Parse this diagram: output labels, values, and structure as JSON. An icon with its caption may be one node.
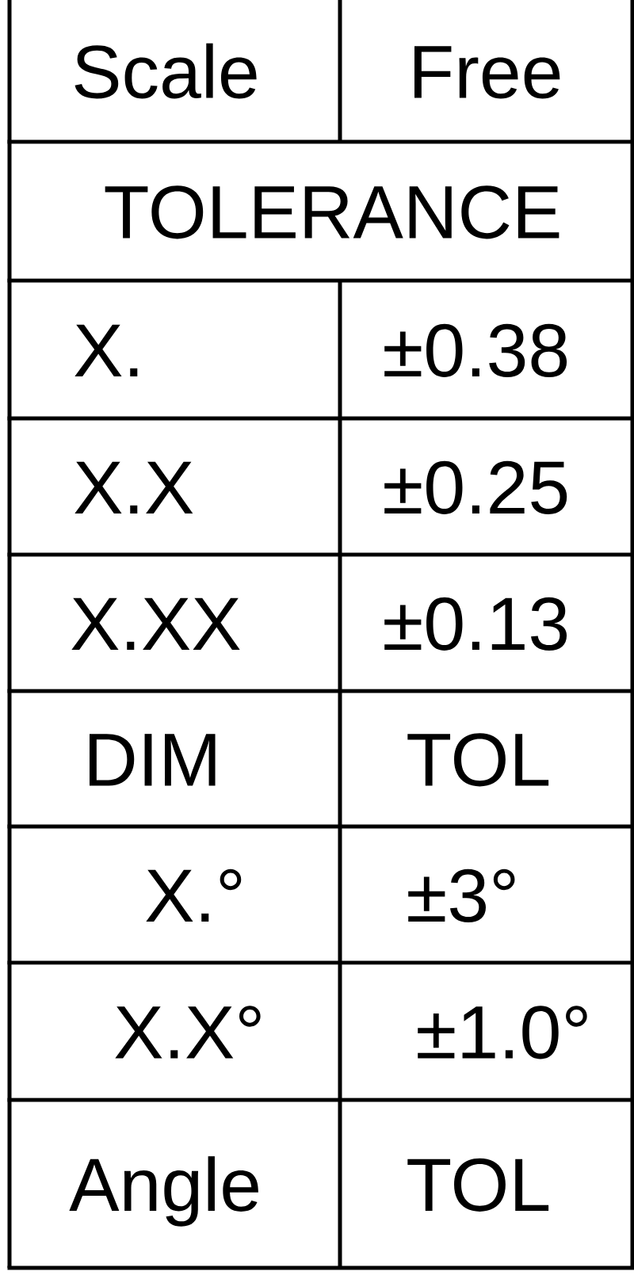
{
  "diagram": {
    "labels": [
      "Scale",
      "Free",
      "TOLERANCE",
      "X.",
      "±0.38",
      "X.X",
      "±0.25",
      "X.XX",
      "±0.13",
      "DIM",
      "TOL",
      "X.°",
      "±3°",
      "X.X°",
      "±1.0°",
      "Angle",
      "TOL"
    ]
  }
}
